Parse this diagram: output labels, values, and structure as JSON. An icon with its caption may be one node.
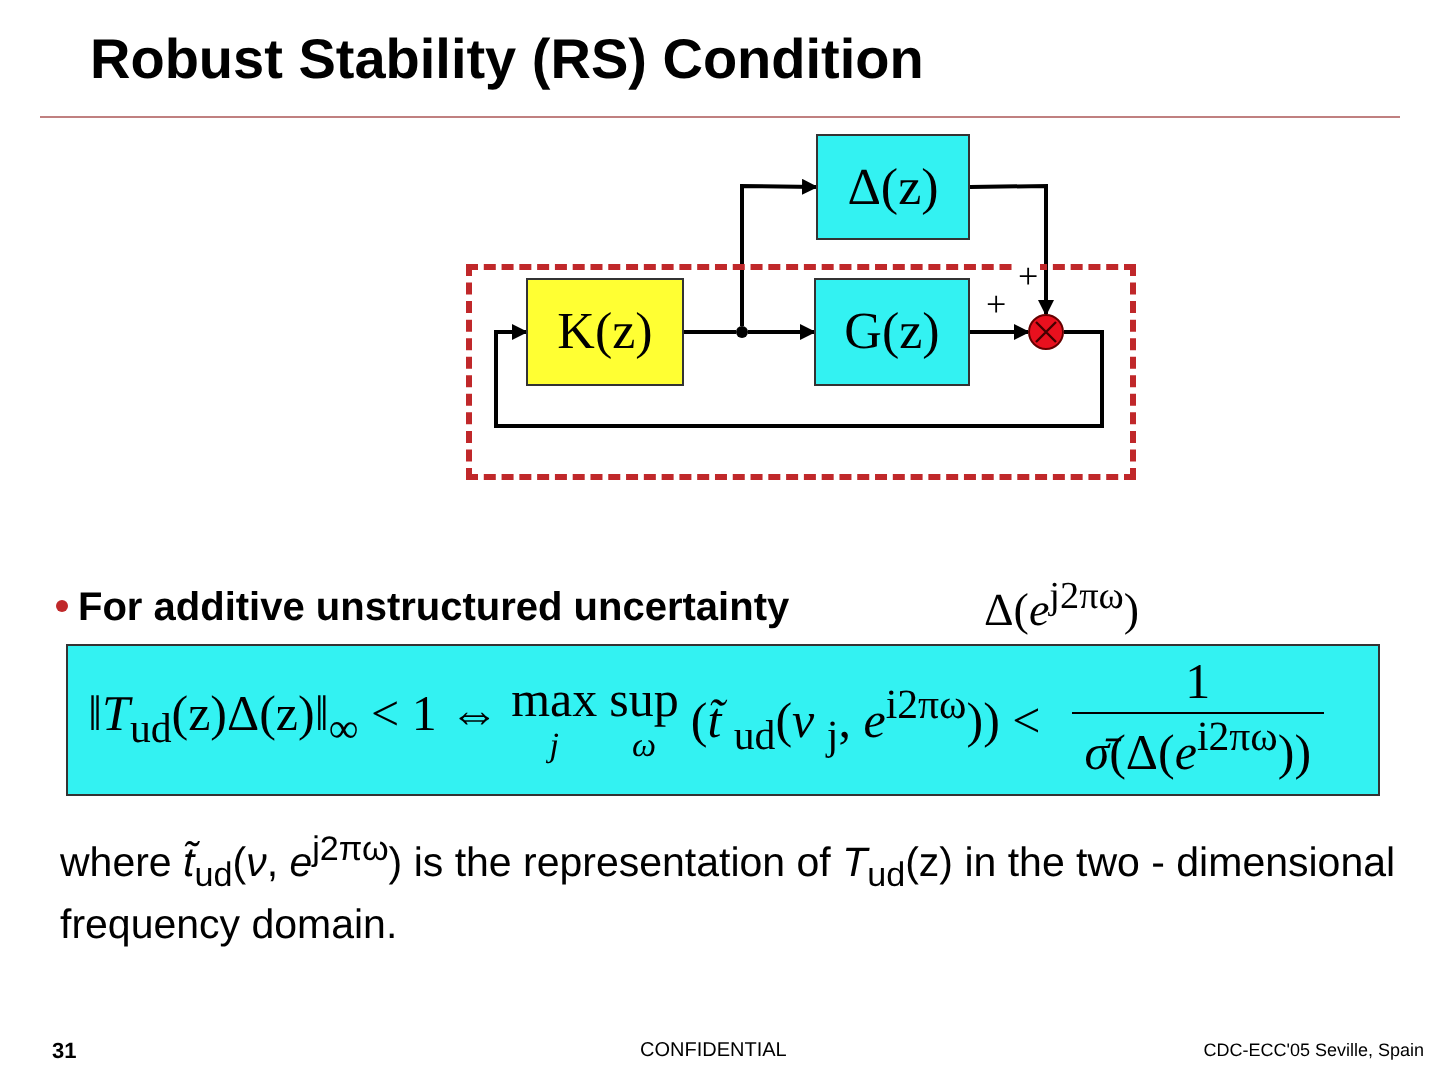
{
  "diagram": {
    "title": "Robust Stability (RS) Condition",
    "nodes": [
      {
        "text": [],
        "shape": "box"
      },
      {
        "text": [
          "Δ(z)"
        ]
      },
      {
        "text": [
          "K(z)"
        ],
        "in": 0
      },
      {
        "text": [
          "G(z)"
        ],
        "in": 0
      },
      {
        "text": [],
        "shape": "circle",
        "in": 0
      },
      {
        "text": [],
        "shape": "circle",
        "in": 0
      },
      {
        "text": [
          "‖*T*$_{ud}$(z)Δ(z)‖$_{∞}$ < 1 ⇔",
          "max",
          "*j*",
          "sup",
          "*ω*",
          "(*t̃* $_{ud}$(*ν* $_{j}$, *e*$^{i2πω}$)) <",
          "1",
          "*σ̄*(Δ(*e*$^{i2πω}$))"
        ]
      }
    ],
    "edges": [
      {
        "from": 2,
        "to": 4,
        "arrow": "none"
      },
      {
        "from": 4,
        "to": 3,
        "arrow": "to"
      },
      {
        "from": 4,
        "to": 1,
        "arrow": "to"
      },
      {
        "from": 1,
        "to": 5,
        "arrow": "to",
        "label": "+"
      },
      {
        "from": 3,
        "to": 5,
        "arrow": "to",
        "label": "+"
      },
      {
        "from": 5,
        "to": 2,
        "arrow": "to"
      }
    ],
    "labels": [
      "For additive unstructured uncertainty",
      "Δ(*e*$^{j2πω}$)",
      "where *t̃*$_{ud}$(*ν*, *e*$^{j2πω}$) is the representation of *T*$_{ud}$(z) in the two - dimensional frequency domain.",
      "31",
      "CONFIDENTIAL",
      "CDC-ECC'05 Seville, Spain"
    ]
  }
}
